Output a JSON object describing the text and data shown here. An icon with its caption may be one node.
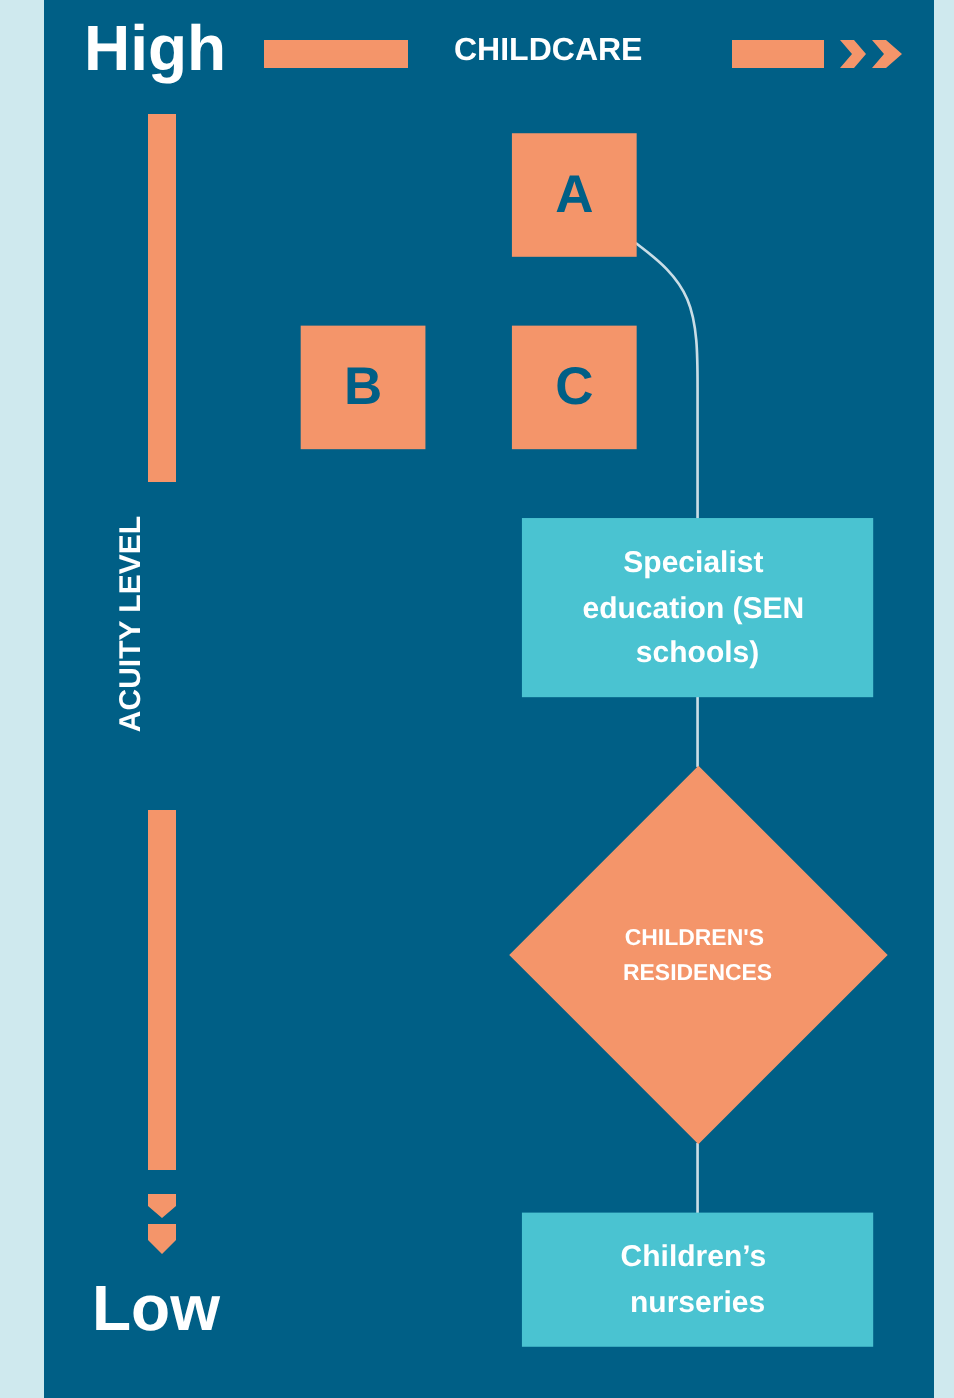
{
  "diagram": {
    "nodes": [
      {
        "text": [
          "A"
        ]
      },
      {
        "text": [
          "B"
        ]
      },
      {
        "text": [
          "C"
        ]
      },
      {
        "text": [
          "Specialist education (SEN schools)"
        ]
      },
      {
        "text": [
          "CHILDREN'S RESIDENCES"
        ]
      },
      {
        "text": [
          "Children’s nurseries"
        ]
      }
    ],
    "edges": [
      {
        "from": 0,
        "to": 3,
        "arrow": "none"
      },
      {
        "from": 3,
        "to": 4,
        "arrow": "none"
      },
      {
        "from": 4,
        "to": 5,
        "arrow": "none"
      }
    ],
    "labels": [
      "High",
      "CHILDCARE",
      "ACUITY LEVEL",
      "Low"
    ]
  }
}
